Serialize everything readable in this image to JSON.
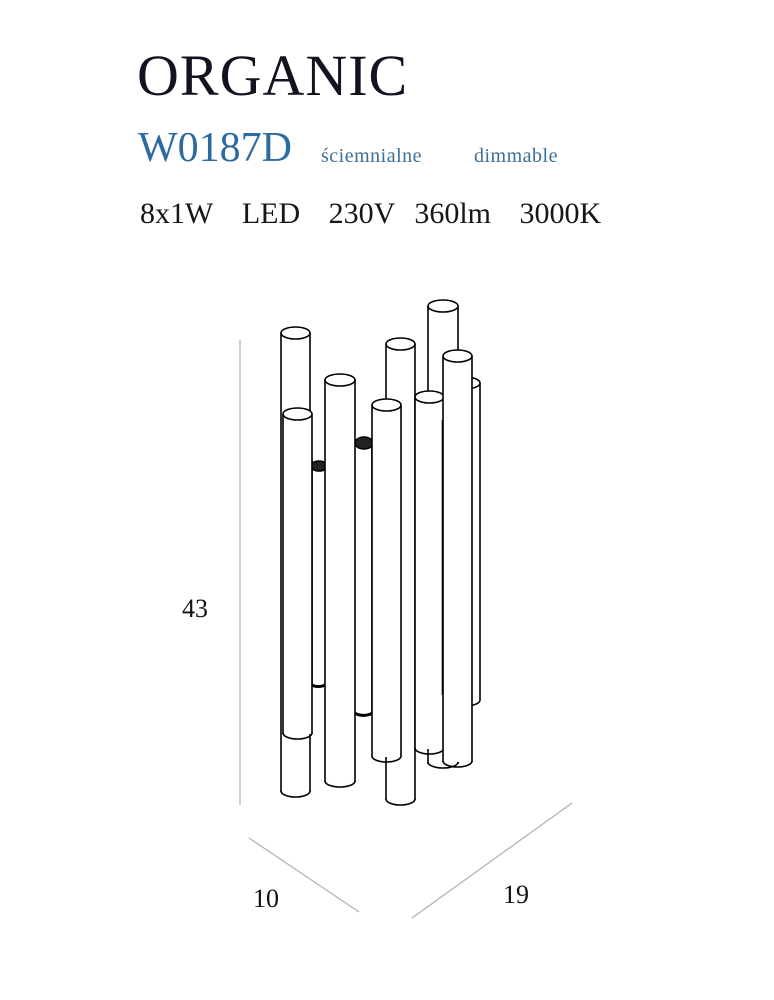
{
  "header": {
    "product_name": "ORGANIC",
    "product_code": "W0187D",
    "label_pl": "ściemnialne",
    "label_en": "dimmable",
    "specs": {
      "power": "8x1W",
      "source": "LED",
      "voltage": "230V",
      "lumens": "360lm",
      "color_temp": "3000K"
    }
  },
  "dimensions": {
    "height": "43",
    "depth": "10",
    "width": "19"
  },
  "colors": {
    "title": "#121220",
    "code_accent": "#2c6a9f",
    "sub_accent": "#3b6f98",
    "line": "#000000",
    "dim_line": "#b0b0b0"
  },
  "drawing": {
    "icon": "wall-lamp-tubes-drawing",
    "tube_count": 8
  }
}
